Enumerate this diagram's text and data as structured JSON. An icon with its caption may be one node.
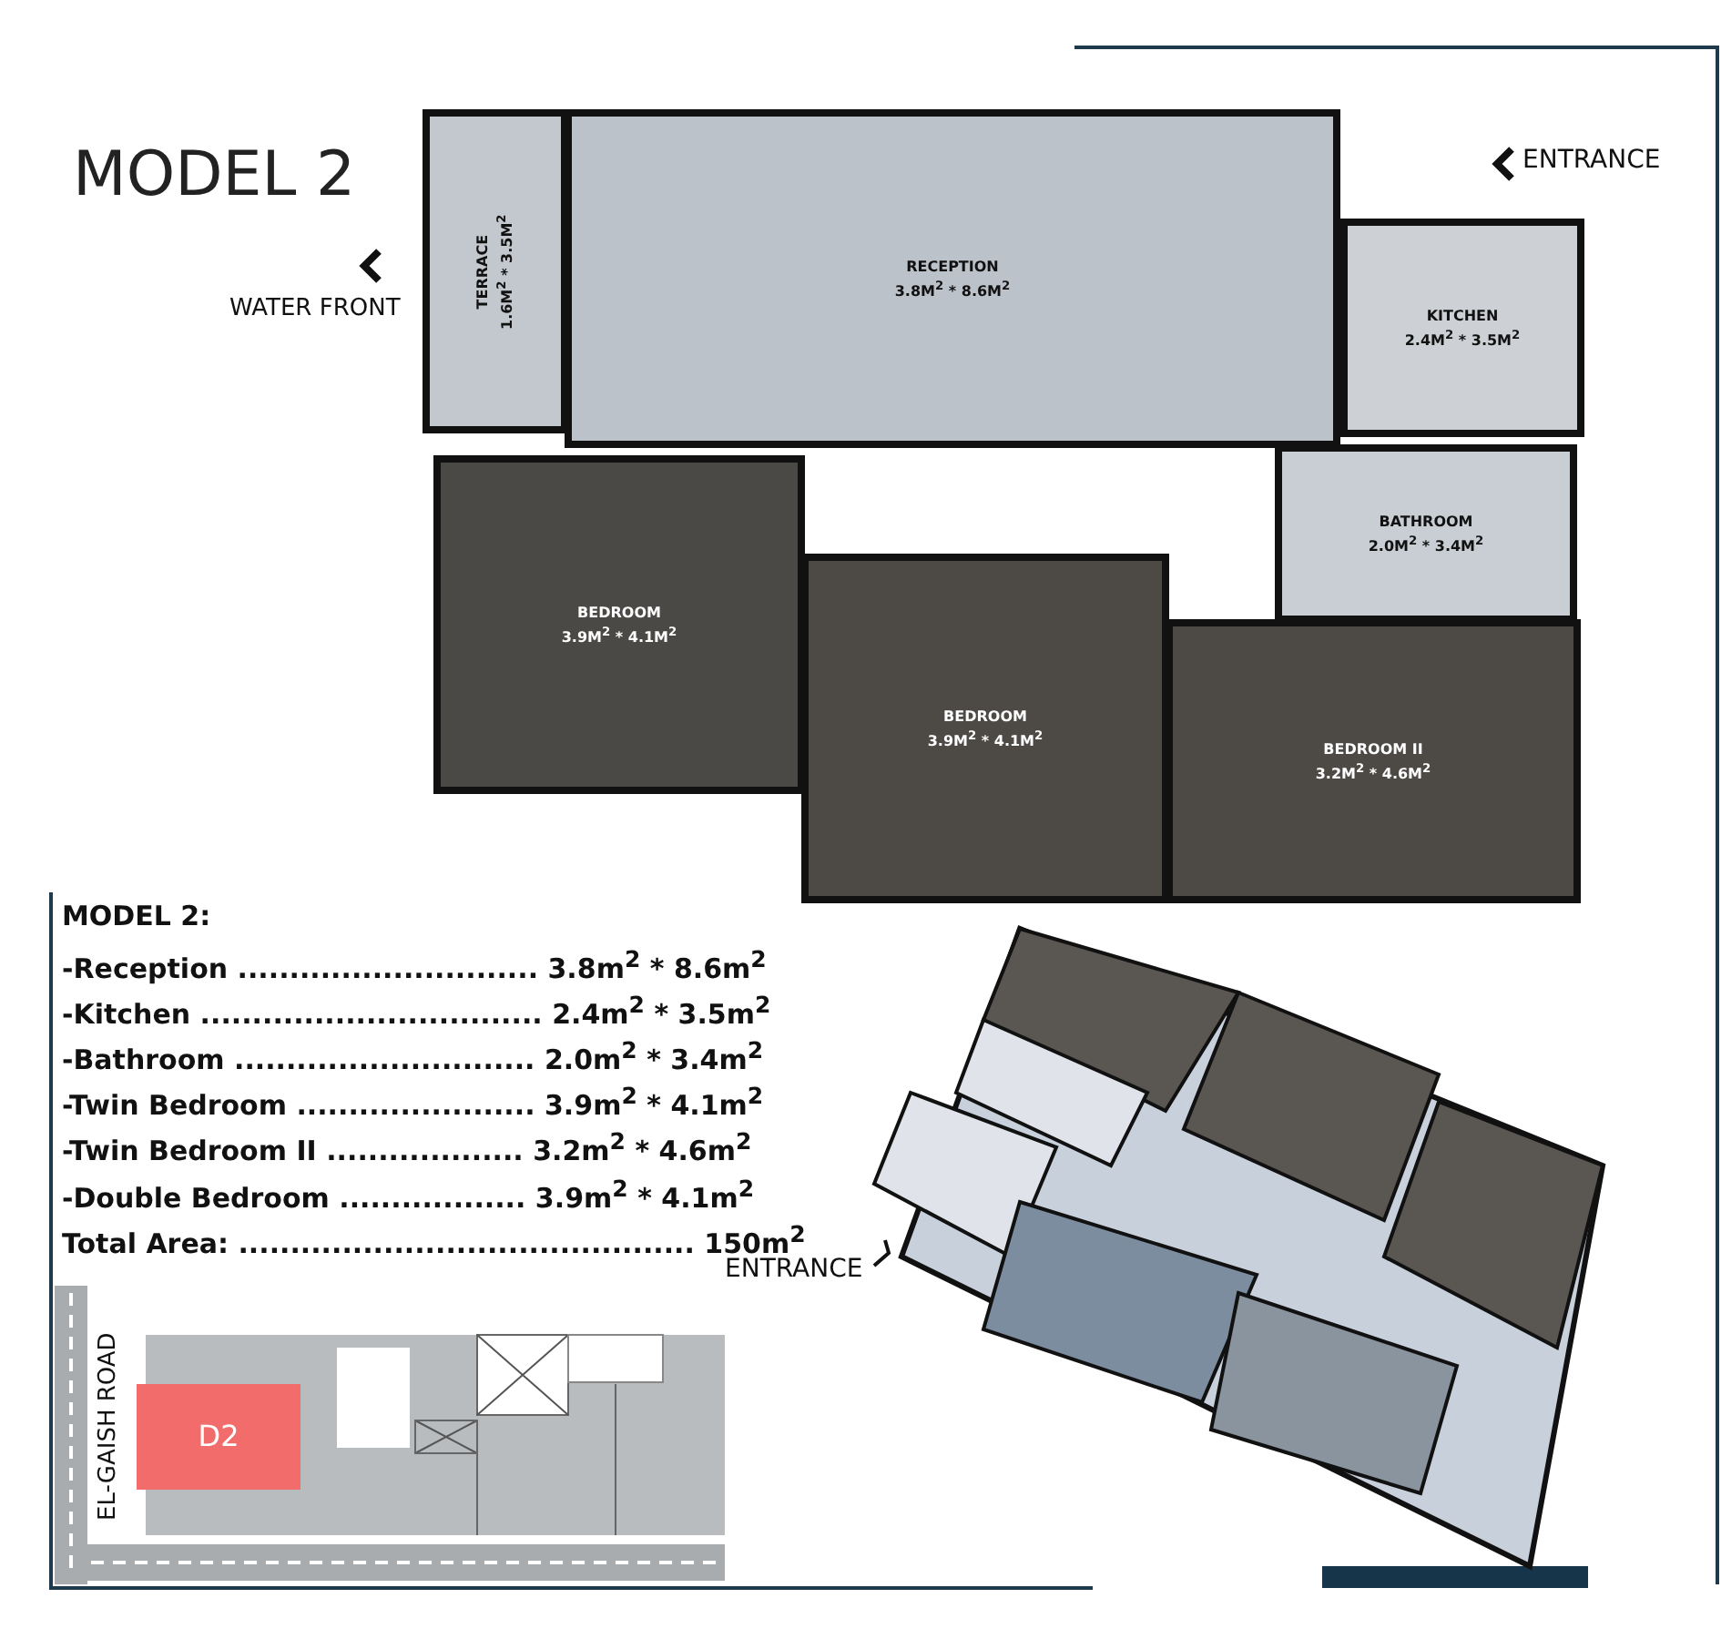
{
  "diagram": {
    "title": "MODEL 2",
    "nodes": [
      {
        "text": [
          "TERRACE",
          "1.6M$^{2}$ * 3.5M$^{2}$"
        ]
      },
      {
        "text": [
          "RECEPTION",
          "3.8M$^{2}$ * 8.6M$^{2}$"
        ]
      },
      {
        "text": [
          "KITCHEN",
          "2.4M$^{2}$ * 3.5M$^{2}$"
        ]
      },
      {
        "text": [
          "BATHROOM",
          "2.0M$^{2}$ * 3.4M$^{2}$"
        ]
      },
      {
        "text": [
          "BEDROOM",
          "3.9M$^{2}$ * 4.1M$^{2}$"
        ]
      },
      {
        "text": [
          "BEDROOM",
          "3.9M$^{2}$ * 4.1M$^{2}$"
        ]
      },
      {
        "text": [
          "BEDROOM II",
          "3.2M$^{2}$ * 4.6M$^{2}$"
        ]
      },
      {
        "text": [
          "D2"
        ]
      }
    ],
    "edges": [],
    "labels": [
      "ENTRANCE",
      "WATER FRONT",
      "MODEL 2:",
      "-Reception ............................. 3.8m$^{2}$ * 8.6m$^{2}$",
      "-Kitchen ................................. 2.4m$^{2}$ * 3.5m$^{2}$",
      "-Bathroom ............................. 2.0m$^{2}$ * 3.4m$^{2}$",
      "-Twin Bedroom ....................... 3.9m$^{2}$ * 4.1m$^{2}$",
      "-Twin Bedroom II ................... 3.2m$^{2}$ * 4.6m$^{2}$",
      "-Double Bedroom .................. 3.9m$^{2}$ * 4.1m$^{2}$",
      "Total Area: ............................................ 150m$^{2}$",
      "ENTRANCE",
      "EL-GAISH ROAD"
    ]
  }
}
